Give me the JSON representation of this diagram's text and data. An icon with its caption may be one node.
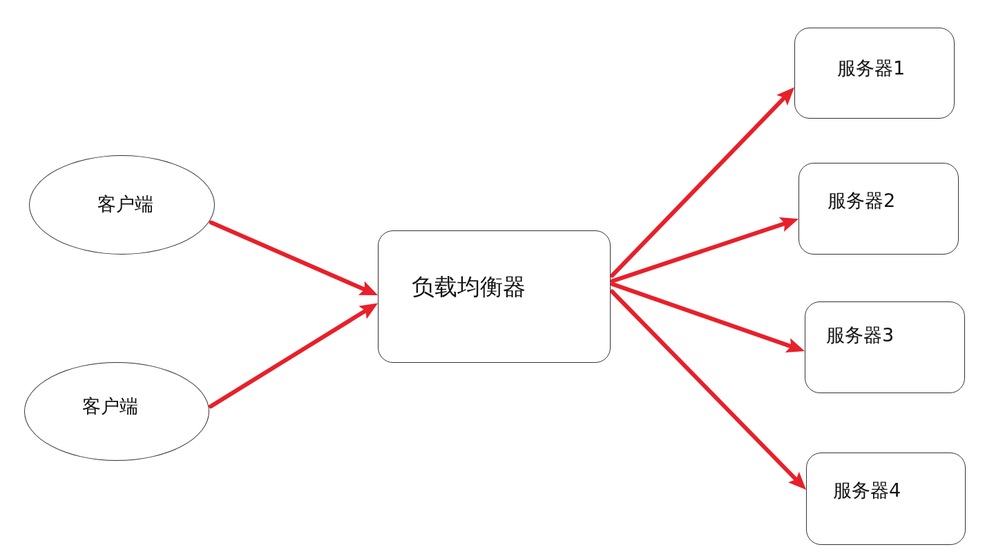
{
  "diagram": {
    "nodes": [
      {
        "text": [
          "客户端"
        ]
      },
      {
        "text": [
          "客户端"
        ]
      },
      {
        "text": [
          "负载均衡器"
        ]
      },
      {
        "text": [
          "服务器1"
        ]
      },
      {
        "text": [
          "服务器2"
        ]
      },
      {
        "text": [
          "服务器3"
        ]
      },
      {
        "text": [
          "服务器4"
        ]
      }
    ],
    "edges": [
      {
        "from": 0,
        "to": 2,
        "arrow": "to"
      },
      {
        "from": 1,
        "to": 2,
        "arrow": "to"
      },
      {
        "from": 2,
        "to": 3,
        "arrow": "to"
      },
      {
        "from": 2,
        "to": 4,
        "arrow": "to"
      },
      {
        "from": 2,
        "to": 5,
        "arrow": "to"
      },
      {
        "from": 2,
        "to": 6,
        "arrow": "to"
      }
    ]
  }
}
